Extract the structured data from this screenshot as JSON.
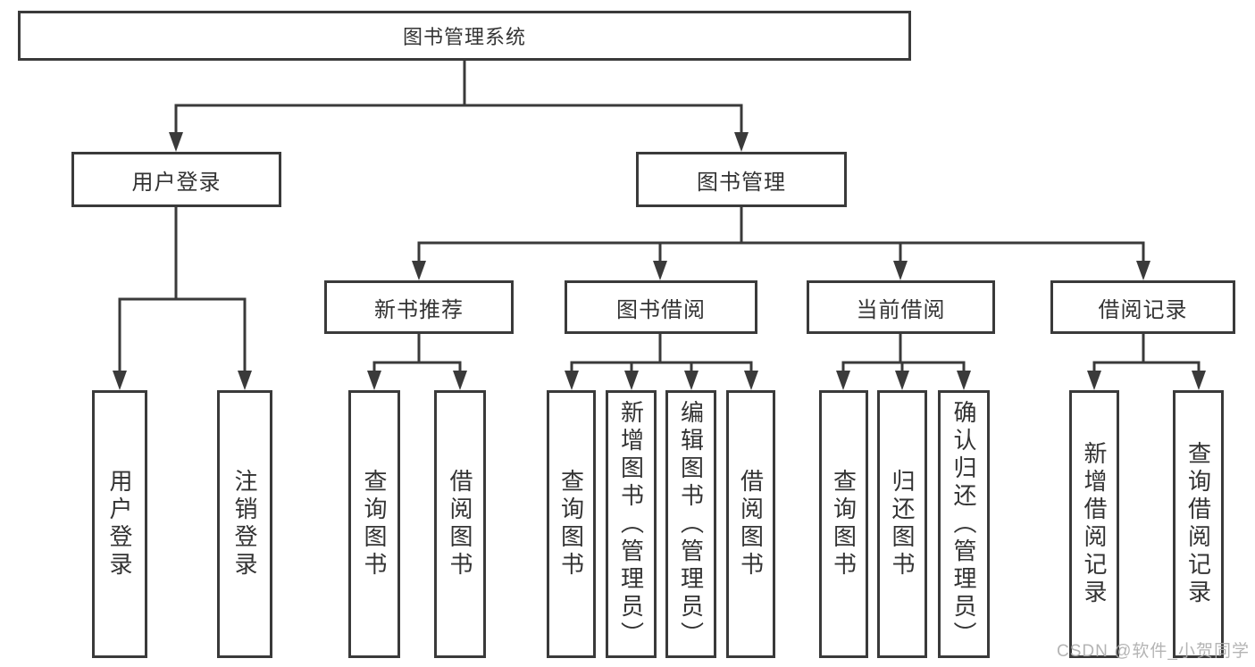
{
  "watermark": "CSDN @软件_小贺同学",
  "colors": {
    "line": "#3a3a3a",
    "text": "#333333",
    "background": "#ffffff",
    "watermark": "#aeaeae"
  },
  "tree": {
    "root": {
      "label": "图书管理系统"
    },
    "level2": [
      {
        "label": "用户登录",
        "children": [
          {
            "label": "用户登录"
          },
          {
            "label": "注销登录"
          }
        ]
      },
      {
        "label": "图书管理",
        "children": [
          {
            "label": "新书推荐",
            "children": [
              {
                "label": "查询图书"
              },
              {
                "label": "借阅图书"
              }
            ]
          },
          {
            "label": "图书借阅",
            "children": [
              {
                "label": "查询图书"
              },
              {
                "label": "新增图书（管理员）"
              },
              {
                "label": "编辑图书（管理员）"
              },
              {
                "label": "借阅图书"
              }
            ]
          },
          {
            "label": "当前借阅",
            "children": [
              {
                "label": "查询图书"
              },
              {
                "label": "归还图书"
              },
              {
                "label": "确认归还（管理员）"
              }
            ]
          },
          {
            "label": "借阅记录",
            "children": [
              {
                "label": "新增借阅记录"
              },
              {
                "label": "查询借阅记录"
              }
            ]
          }
        ]
      }
    ]
  }
}
